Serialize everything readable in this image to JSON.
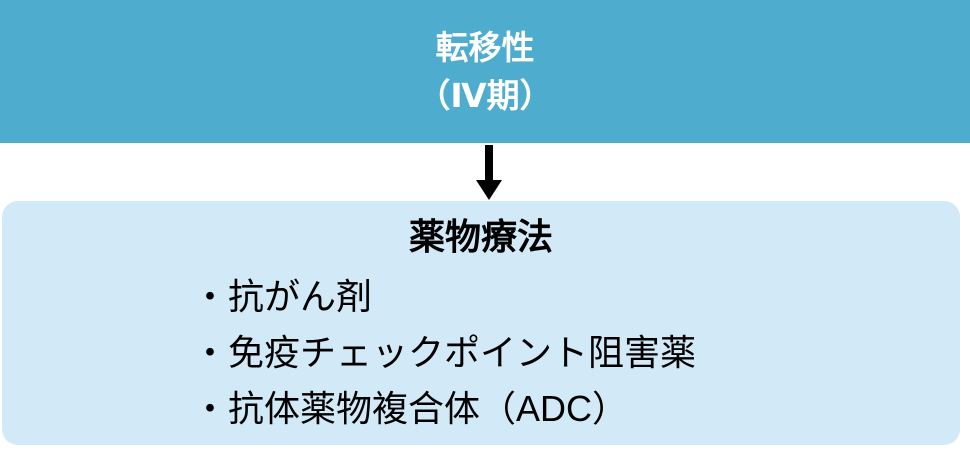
{
  "colors": {
    "stage_box_bg": "#4EACCE",
    "stage_box_text": "#FFFFFF",
    "treatment_box_bg": "#D2E9F7",
    "treatment_box_text": "#000000",
    "arrow": "#000000",
    "page_bg": "#FFFFFF"
  },
  "stage_box": {
    "line1": "転移性",
    "line2": "（Ⅳ期）"
  },
  "treatment_box": {
    "title": "薬物療法",
    "items": [
      "・抗がん剤",
      "・免疫チェックポイント阻害薬",
      "・抗体薬物複合体（ADC）"
    ]
  }
}
